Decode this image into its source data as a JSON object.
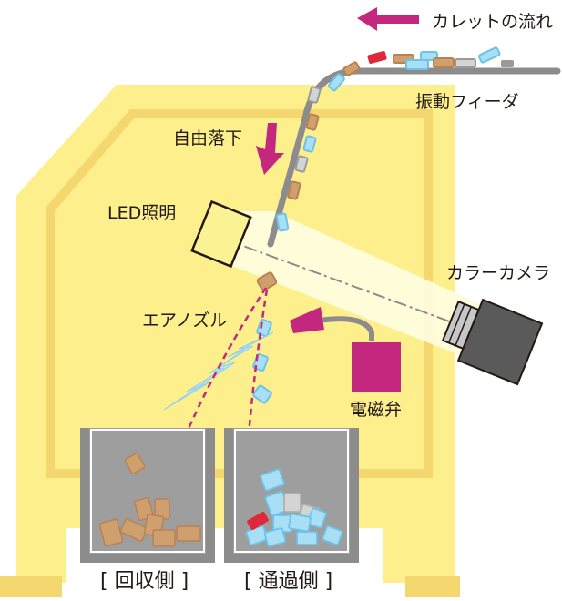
{
  "labels": {
    "cullet_flow": "カレットの流れ",
    "vibrating_feeder": "振動フィーダ",
    "free_fall": "自由落下",
    "led_light": "LED照明",
    "color_camera": "カラーカメラ",
    "air_nozzle": "エアノズル",
    "solenoid_valve": "電磁弁",
    "recovery_side": "[ 回収側 ]",
    "pass_side": "[ 通過側 ]"
  },
  "colors": {
    "frame": "#fdf08c",
    "frame_border": "#f5d770",
    "magenta": "#c3287e",
    "cullet_brown": "#cf9f6e",
    "cullet_blue": "#a9dff5",
    "cullet_gray": "#d4d4d4",
    "cullet_red": "#e0283c",
    "camera": "#5a5a5a",
    "bin": "#8c8c8c",
    "beam": "#fdfbe0"
  }
}
